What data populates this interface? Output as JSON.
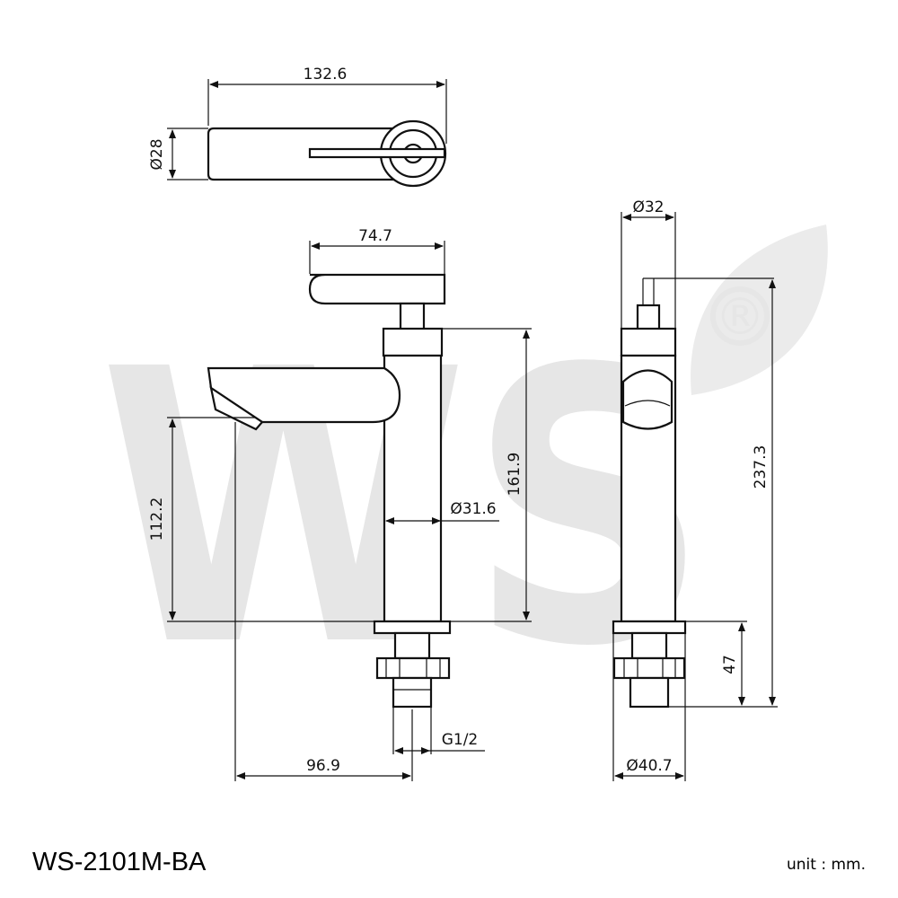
{
  "model_code": "WS-2101M-BA",
  "unit_label": "unit : mm.",
  "watermark": {
    "text": "WS",
    "registered_symbol": "®",
    "color": "#e6e6e6"
  },
  "dimensions": {
    "top_length": "132.6",
    "top_diameter": "Ø28",
    "handle_length": "74.7",
    "body_height": "161.9",
    "body_diameter": "Ø31.6",
    "spout_height": "112.2",
    "spout_reach": "96.9",
    "thread": "G1/2",
    "side_top_diameter": "Ø32",
    "total_height": "237.3",
    "shank_length": "47",
    "base_diameter": "Ø40.7"
  },
  "colors": {
    "line": "#111111",
    "background": "#ffffff"
  }
}
